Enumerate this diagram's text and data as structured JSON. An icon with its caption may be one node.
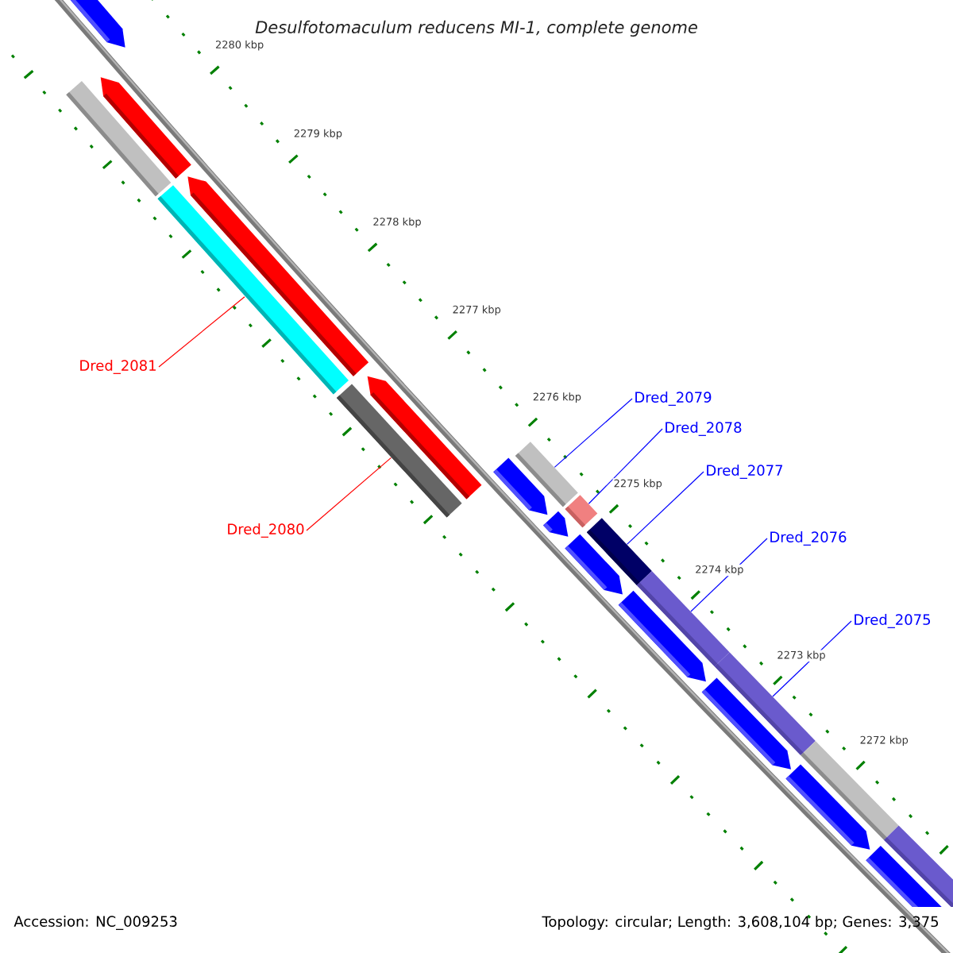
{
  "diagram": {
    "title": "Desulfotomaculum reducens MI-1, complete genome",
    "nodes": [
      {
        "text": [
          "Dred_2081"
        ]
      },
      {
        "text": [
          "Dred_2079"
        ]
      },
      {
        "text": [
          "Dred_2078"
        ]
      },
      {
        "text": [
          "Dred_2077"
        ]
      },
      {
        "text": [
          "Dred_2080"
        ]
      },
      {
        "text": [
          "Dred_2076"
        ]
      },
      {
        "text": [
          "Dred_2075"
        ]
      },
      {
        "text": [],
        "shape": "arrow"
      },
      {
        "text": [],
        "shape": "bar"
      },
      {
        "text": [],
        "shape": "arrow"
      },
      {
        "text": [],
        "shape": "bar"
      },
      {
        "text": [],
        "shape": "arrow"
      },
      {
        "text": [],
        "shape": "bar"
      },
      {
        "text": [],
        "shape": "arrow"
      },
      {
        "text": [],
        "shape": "arrow"
      },
      {
        "text": [],
        "shape": "bar"
      },
      {
        "text": [],
        "shape": "arrow"
      },
      {
        "text": [],
        "shape": "bar"
      },
      {
        "text": [],
        "shape": "arrow"
      },
      {
        "text": [],
        "shape": "bar"
      },
      {
        "text": [],
        "shape": "bar"
      },
      {
        "text": [],
        "shape": "arrow"
      },
      {
        "text": [],
        "shape": "bar"
      },
      {
        "text": [],
        "shape": "arrow"
      },
      {
        "text": [],
        "shape": "bar"
      },
      {
        "text": [],
        "shape": "arrow"
      },
      {
        "text": [],
        "shape": "bar"
      },
      {
        "text": [],
        "shape": "arrow"
      }
    ],
    "edges": [
      {
        "from": 0,
        "to": 10,
        "arrow": "none",
        "color": "#ff0000"
      },
      {
        "from": 1,
        "to": 15,
        "arrow": "none"
      },
      {
        "from": 2,
        "to": 17,
        "arrow": "none"
      },
      {
        "from": 3,
        "to": 19,
        "arrow": "none"
      },
      {
        "from": 4,
        "to": 12,
        "arrow": "none",
        "color": "#ff0000"
      },
      {
        "from": 5,
        "to": 20,
        "arrow": "none"
      },
      {
        "from": 6,
        "to": 22,
        "arrow": "none"
      }
    ],
    "labels": [
      "2280 kbp",
      "2279 kbp",
      "2278 kbp",
      "2277 kbp",
      "2276 kbp",
      "2275 kbp",
      "2274 kbp",
      "2273 kbp",
      "2272 kbp",
      "Accession: NC_009253",
      "Topology: circular; Length: 3,608,104 bp; Genes: 3,375"
    ]
  }
}
